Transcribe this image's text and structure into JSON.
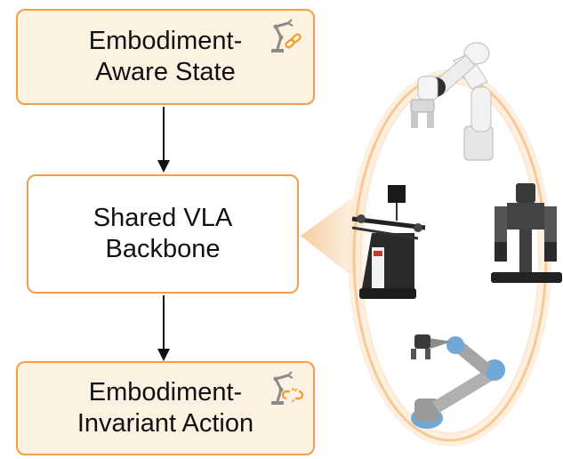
{
  "boxes": {
    "state": {
      "line1": "Embodiment-",
      "line2": "Aware State"
    },
    "backbone": {
      "line1": "Shared VLA",
      "line2": "Backbone"
    },
    "action": {
      "line1": "Embodiment-",
      "line2": "Invariant Action"
    }
  },
  "icons": {
    "state": "robot-arm-linked-chain-icon",
    "action": "robot-arm-broken-chain-icon"
  },
  "robots": [
    "franka-arm-robot",
    "mobile-manipulator-robot",
    "humanoid-bimanual-robot",
    "ur-arm-robot"
  ],
  "colors": {
    "box_border": "#f0a04a",
    "box_fill": "#fdf1e1",
    "arrow": "#111111",
    "ring_glow": "#f6c48e",
    "chain_accent": "#f39a2b",
    "robot_arm_blue": "#6fa8d6"
  }
}
